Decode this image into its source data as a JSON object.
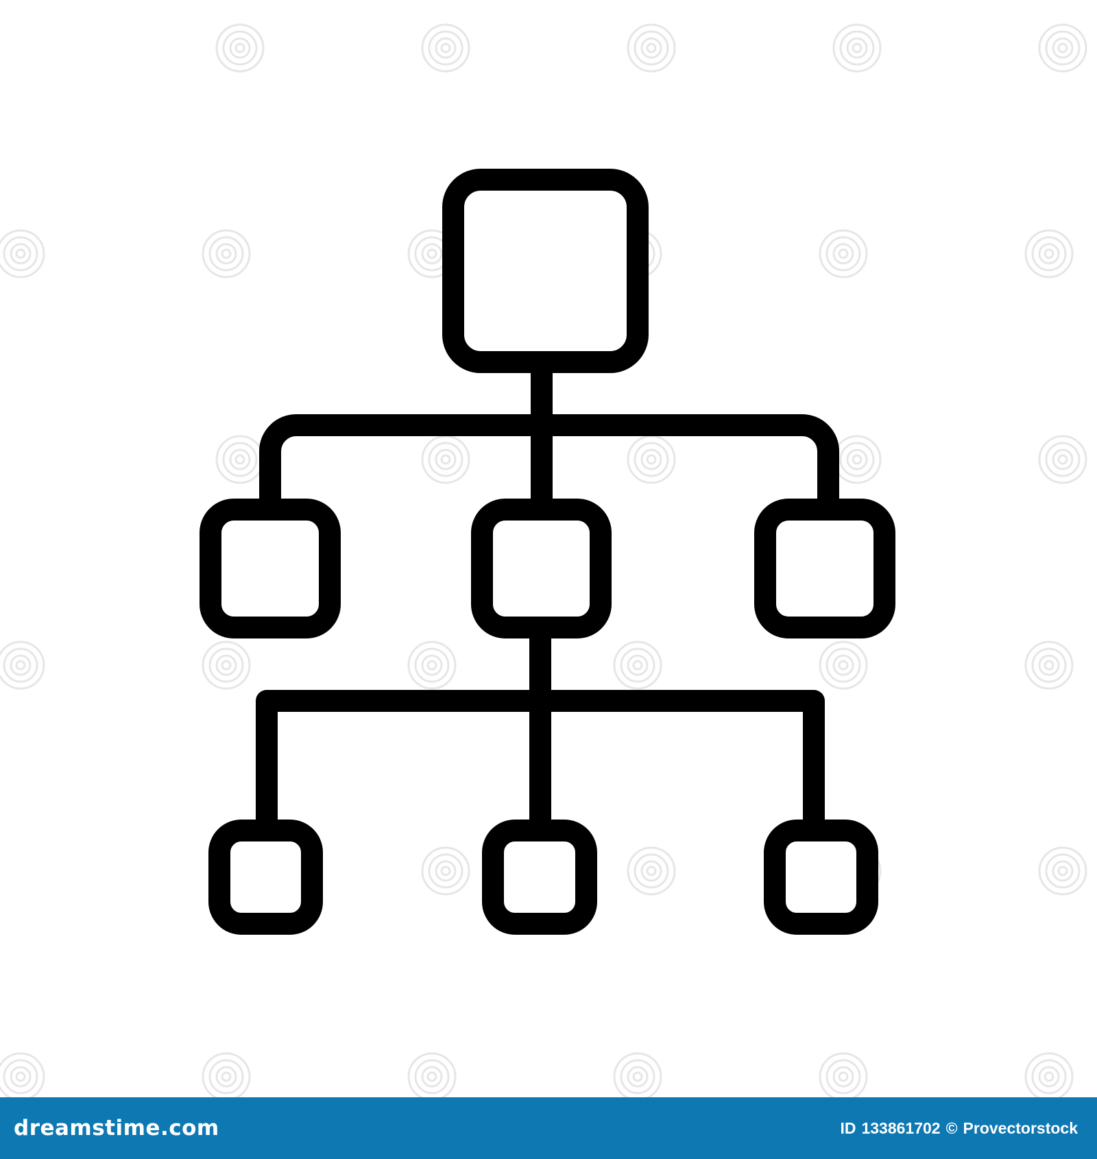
{
  "diagram": {
    "type": "hierarchy-icon",
    "levels": [
      1,
      3,
      3
    ],
    "stroke_color": "#000000",
    "fill_color": "#ffffff"
  },
  "watermark": {
    "icon": "spiral-watermark-icon",
    "color": "#e6e6e6"
  },
  "footer": {
    "background": "#0e78b2",
    "brand": "dreamstime.com",
    "id_label": "ID",
    "id_value": "133861702",
    "copyright": "©",
    "author": "Provectorstock"
  }
}
